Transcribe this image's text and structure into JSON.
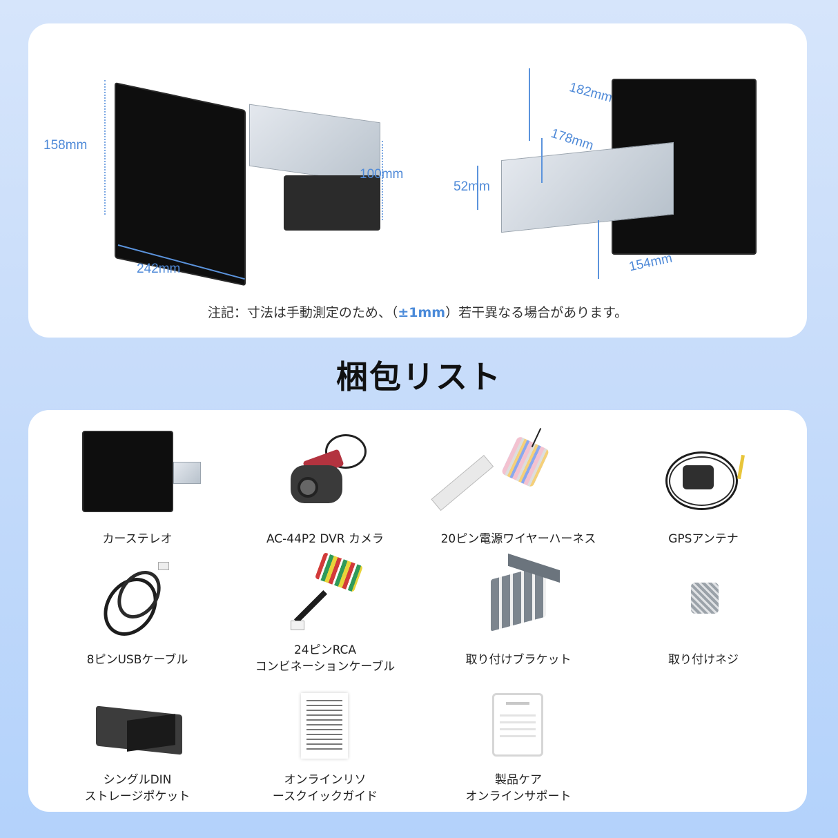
{
  "dimensions_panel": {
    "front_view": {
      "height_label": "158mm",
      "width_label": "242mm",
      "chassis_height_label": "100mm"
    },
    "rear_view": {
      "total_depth_label": "182mm",
      "chassis_depth_label": "178mm",
      "chassis_height_label": "52mm",
      "bracket_depth_label": "154mm"
    },
    "note_prefix": "注記：寸法は手動測定のため、（",
    "note_highlight": "±1mm",
    "note_suffix": "）若干異なる場合があります。",
    "accent_color": "#4f8ad8"
  },
  "package_list": {
    "title": "梱包リスト",
    "items": [
      {
        "label": "カーステレオ",
        "icon": "car-stereo-image"
      },
      {
        "label": "AC-44P2 DVR カメラ",
        "icon": "dvr-camera-image"
      },
      {
        "label": "20ピン電源ワイヤーハーネス",
        "icon": "wire-harness-image"
      },
      {
        "label": "GPSアンテナ",
        "icon": "gps-antenna-image"
      },
      {
        "label": "8ピンUSBケーブル",
        "icon": "usb-cable-image"
      },
      {
        "label": "24ピンRCA\nコンビネーションケーブル",
        "icon": "rca-cable-image"
      },
      {
        "label": "取り付けブラケット",
        "icon": "bracket-image"
      },
      {
        "label": "取り付けネジ",
        "icon": "screws-image"
      },
      {
        "label": "シングルDIN\nストレージポケット",
        "icon": "storage-pocket-image"
      },
      {
        "label": "オンラインリソ\nースクイックガイド",
        "icon": "quick-guide-image"
      },
      {
        "label": "製品ケア\nオンラインサポート",
        "icon": "online-support-image"
      }
    ]
  }
}
